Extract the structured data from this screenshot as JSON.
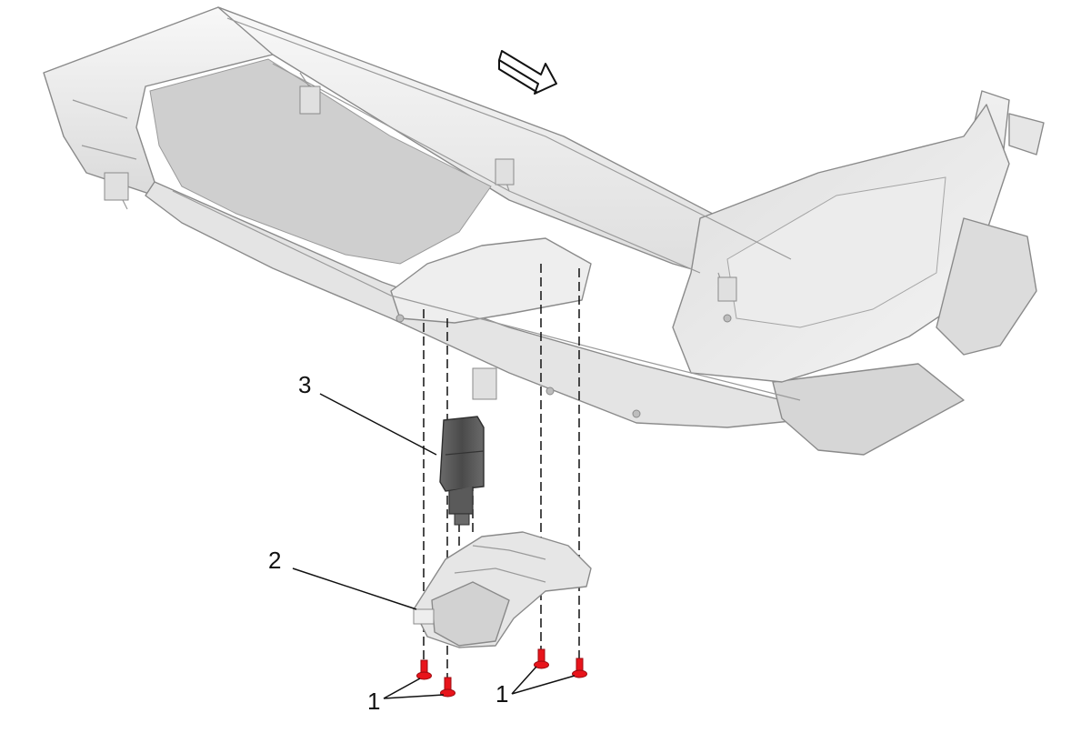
{
  "callouts": {
    "label_1_left": "1",
    "label_1_right": "1",
    "label_2": "2",
    "label_3": "3"
  },
  "colors": {
    "panel": "#eaeaea",
    "panel_light": "#f6f6f6",
    "panel_shadow": "#c8c8c8",
    "bracket": "#e2e2e2",
    "connector": "#555555",
    "screw": "#e8141b",
    "line": "#111111"
  },
  "icons": {
    "direction_arrow": "forward-arrow-icon"
  }
}
